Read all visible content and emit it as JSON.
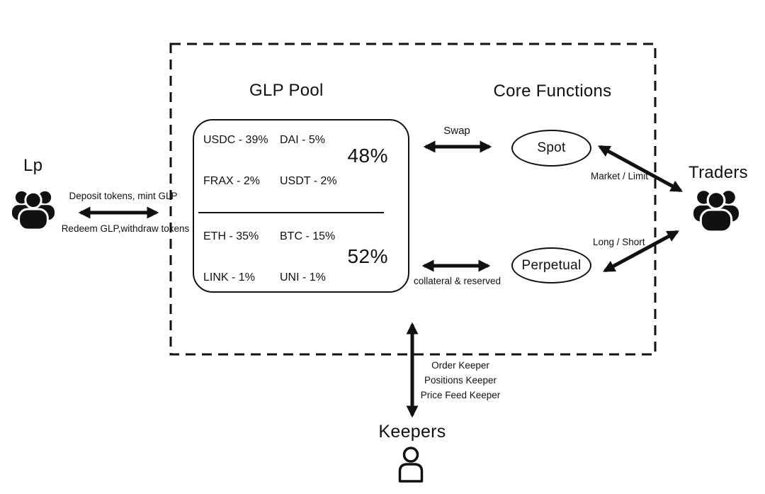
{
  "diagram": {
    "lp": {
      "title": "Lp",
      "deposit_label": "Deposit tokens, mint GLP",
      "redeem_label": "Redeem GLP,withdraw tokens"
    },
    "glp_pool": {
      "title": "GLP Pool",
      "stables": [
        "USDC - 39%",
        "DAI - 5%",
        "FRAX - 2%",
        "USDT - 2%"
      ],
      "stables_total": "48%",
      "cryptos": [
        "ETH - 35%",
        "BTC - 15%",
        "LINK - 1%",
        "UNI - 1%"
      ],
      "cryptos_total": "52%"
    },
    "core_functions": {
      "title": "Core Functions",
      "spot_label": "Spot",
      "perpetual_label": "Perpetual",
      "swap_label": "Swap",
      "collateral_label": "collateral & reserved",
      "market_limit_label": "Market / Limit",
      "long_short_label": "Long / Short"
    },
    "traders": {
      "title": "Traders"
    },
    "keepers": {
      "title": "Keepers",
      "roles": [
        "Order Keeper",
        "Positions Keeper",
        "Price Feed Keeper"
      ]
    },
    "colors": {
      "ink": "#111111",
      "background": "#ffffff"
    }
  }
}
